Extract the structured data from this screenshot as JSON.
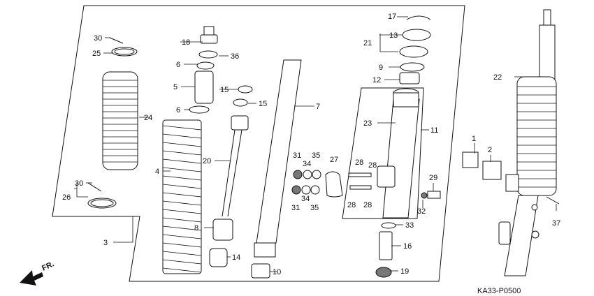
{
  "diagram_code": "KA33-P0500",
  "direction_label": "FR.",
  "part_labels": {
    "p1": "1",
    "p2": "2",
    "p3": "3",
    "p4": "4",
    "p5": "5",
    "p6a": "6",
    "p6b": "6",
    "p7": "7",
    "p8": "8",
    "p9": "9",
    "p10": "10",
    "p11": "11",
    "p12": "12",
    "p13": "13",
    "p14": "14",
    "p15a": "15",
    "p15b": "15",
    "p16": "16",
    "p17": "17",
    "p18": "18",
    "p19": "19",
    "p20": "20",
    "p21": "21",
    "p22": "22",
    "p23": "23",
    "p24": "24",
    "p25": "25",
    "p26": "26",
    "p27": "27",
    "p28a": "28",
    "p28b": "28",
    "p28c": "28",
    "p28d": "28",
    "p29": "29",
    "p30a": "30",
    "p30b": "30",
    "p31a": "31",
    "p31b": "31",
    "p32": "32",
    "p33": "33",
    "p34a": "34",
    "p34b": "34",
    "p35a": "35",
    "p35b": "35",
    "p36": "36",
    "p37": "37"
  }
}
